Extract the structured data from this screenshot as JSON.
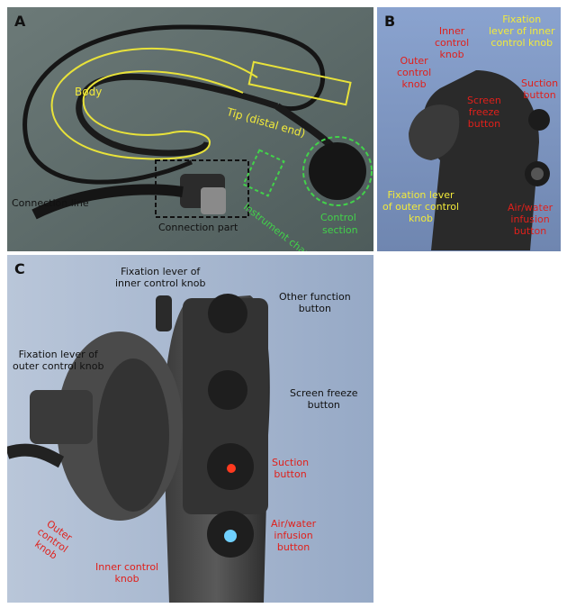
{
  "panels": {
    "A": {
      "letter": "A",
      "labels": {
        "body": "Body",
        "tip": "Tip (distal end)",
        "connection_line": "Connection line",
        "connection_part": "Connection part",
        "instrument_channel": "Instrument channel",
        "control_section_1": "Control",
        "control_section_2": "section"
      }
    },
    "B": {
      "letter": "B",
      "labels": {
        "inner_control_knob": [
          "Inner",
          "control",
          "knob"
        ],
        "fixation_inner": [
          "Fixation",
          "lever of inner",
          "control knob"
        ],
        "outer_control_knob": [
          "Outer",
          "control",
          "knob"
        ],
        "screen_freeze": [
          "Screen",
          "freeze",
          "button"
        ],
        "suction": [
          "Suction",
          "button"
        ],
        "fixation_outer": [
          "Fixation lever",
          "of outer control",
          "knob"
        ],
        "air_water": [
          "Air/water",
          "infusion",
          "button"
        ]
      }
    },
    "C": {
      "letter": "C",
      "labels": {
        "fixation_inner": [
          "Fixation lever of",
          "inner control knob"
        ],
        "other_function": [
          "Other function",
          "button"
        ],
        "fixation_outer": [
          "Fixation lever of",
          "outer control knob"
        ],
        "screen_freeze": [
          "Screen freeze",
          "button"
        ],
        "suction": [
          "Suction",
          "button"
        ],
        "air_water": [
          "Air/water",
          "infusion",
          "button"
        ],
        "outer_control": [
          "Outer",
          "control",
          "knob"
        ],
        "inner_control": [
          "Inner control",
          "knob"
        ]
      }
    }
  },
  "colors": {
    "label_black": "#111111",
    "label_yellow": "#f2ea3a",
    "label_red": "#e0201b",
    "label_green": "#42d24a",
    "background_a": "#5d6b6a",
    "background_b": "#7e95c0",
    "background_c": "#a8b8cf"
  }
}
